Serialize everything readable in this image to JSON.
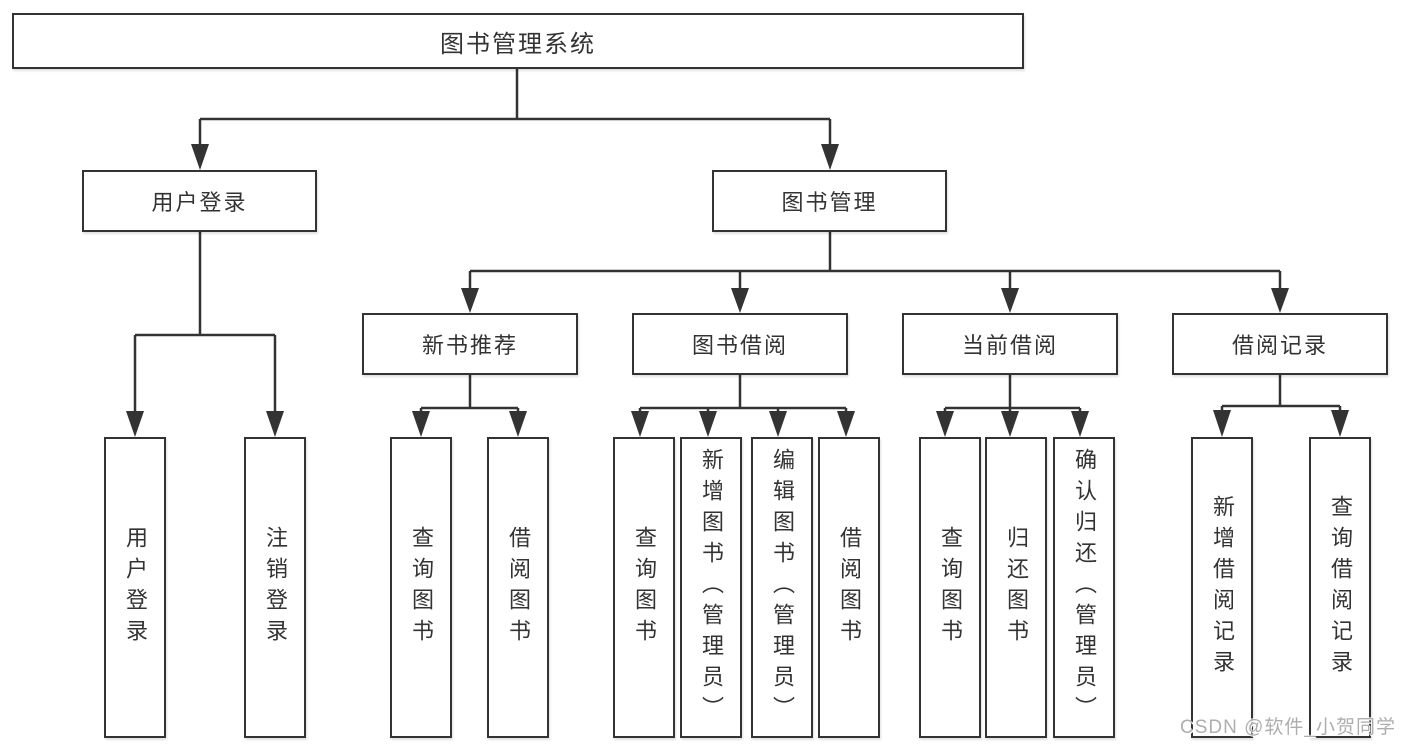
{
  "tree": {
    "root": {
      "label": "图书管理系统"
    },
    "branches": [
      {
        "label": "用户登录",
        "children": [
          {
            "label": "用户登录"
          },
          {
            "label": "注销登录"
          }
        ]
      },
      {
        "label": "图书管理",
        "children": [
          {
            "label": "新书推荐",
            "children": [
              {
                "label": "查询图书"
              },
              {
                "label": "借阅图书"
              }
            ]
          },
          {
            "label": "图书借阅",
            "children": [
              {
                "label": "查询图书"
              },
              {
                "label": "新增图书（管理员）"
              },
              {
                "label": "编辑图书（管理员）"
              },
              {
                "label": "借阅图书"
              }
            ]
          },
          {
            "label": "当前借阅",
            "children": [
              {
                "label": "查询图书"
              },
              {
                "label": "归还图书"
              },
              {
                "label": "确认归还（管理员）"
              }
            ]
          },
          {
            "label": "借阅记录",
            "children": [
              {
                "label": "新增借阅记录"
              },
              {
                "label": "查询借阅记录"
              }
            ]
          }
        ]
      }
    ]
  },
  "watermark": {
    "text": "CSDN @软件_小贺同学"
  },
  "colors": {
    "line": "#333333",
    "box_border": "#333333",
    "box_fill": "#ffffff",
    "text": "#333333",
    "watermark": "#aeaeae",
    "background": "#ffffff"
  }
}
